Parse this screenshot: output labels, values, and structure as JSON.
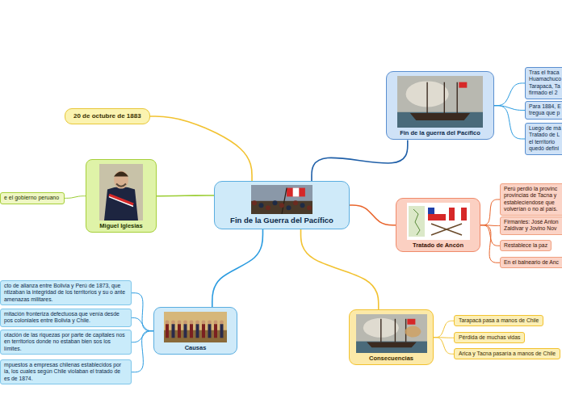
{
  "diagram": {
    "nodes": [
      {
        "text": [
          "Fin de la Guerra del Pacífico"
        ]
      },
      {
        "text": [
          "20 de octubre de 1883"
        ]
      },
      {
        "text": [
          "Miguel Iglesias"
        ]
      },
      {
        "text": [
          "e el gobierno peruano"
        ]
      },
      {
        "text": [
          "Causas"
        ]
      },
      {
        "text": [
          "cto de alianza entre Bolivia y Perú de 1873, que ntizaban la integridad de los territorios y su o ante amenazas militares."
        ]
      },
      {
        "text": [
          "mitación fronteriza defectuosa que venía desde pos coloniales entre Bolivia y Chile."
        ]
      },
      {
        "text": [
          "otación de las riquezas por parte de capitales nos en territorios donde no estaban bien sos los límites."
        ]
      },
      {
        "text": [
          "mpuestos a empresas chilenas establecidos por ia, los cuales según Chile violaban el tratado de es de 1874."
        ]
      },
      {
        "text": [
          "Fin de la guerra del Pacífico"
        ]
      },
      {
        "text": [
          "Tras el fraca Huamachuco Tarapacá, Ta firmado el 2"
        ]
      },
      {
        "text": [
          "Para 1884, E tregua que p"
        ]
      },
      {
        "text": [
          "Luego de má Tratado de L el territorio quedó defini"
        ]
      },
      {
        "text": [
          "Tratado de Ancón"
        ]
      },
      {
        "text": [
          "Perú perdió la provinc provincias de Tacna y establecíendose que volverían o no al país."
        ]
      },
      {
        "text": [
          "Firmantes: José Anton Zaldívar y Jovino Nov"
        ]
      },
      {
        "text": [
          "Restablece la paz"
        ]
      },
      {
        "text": [
          "En el balneario de Anc"
        ]
      },
      {
        "text": [
          "Consecuencias"
        ]
      },
      {
        "text": [
          "Tarapacá pasa a manos de Chile"
        ]
      },
      {
        "text": [
          "Pérdida de muchas vidas"
        ]
      },
      {
        "text": [
          "Arica y Tacna pasaría a manos de Chile"
        ]
      }
    ],
    "edges": [
      {
        "from": 0,
        "to": 1,
        "arrow": "none"
      },
      {
        "from": 0,
        "to": 2,
        "arrow": "none"
      },
      {
        "from": 0,
        "to": 4,
        "arrow": "none"
      },
      {
        "from": 0,
        "to": 9,
        "arrow": "none"
      },
      {
        "from": 0,
        "to": 13,
        "arrow": "none"
      },
      {
        "from": 0,
        "to": 18,
        "arrow": "none"
      },
      {
        "from": 2,
        "to": 3,
        "arrow": "none"
      },
      {
        "from": 4,
        "to": 5,
        "arrow": "none"
      },
      {
        "from": 4,
        "to": 6,
        "arrow": "none"
      },
      {
        "from": 4,
        "to": 7,
        "arrow": "none"
      },
      {
        "from": 4,
        "to": 8,
        "arrow": "none"
      },
      {
        "from": 9,
        "to": 10,
        "arrow": "none"
      },
      {
        "from": 9,
        "to": 11,
        "arrow": "none"
      },
      {
        "from": 9,
        "to": 12,
        "arrow": "none"
      },
      {
        "from": 13,
        "to": 14,
        "arrow": "none"
      },
      {
        "from": 13,
        "to": 15,
        "arrow": "none"
      },
      {
        "from": 13,
        "to": 16,
        "arrow": "none"
      },
      {
        "from": 13,
        "to": 17,
        "arrow": "none"
      },
      {
        "from": 18,
        "to": 19,
        "arrow": "none"
      },
      {
        "from": 18,
        "to": 20,
        "arrow": "none"
      },
      {
        "from": 18,
        "to": 21,
        "arrow": "none"
      }
    ]
  }
}
